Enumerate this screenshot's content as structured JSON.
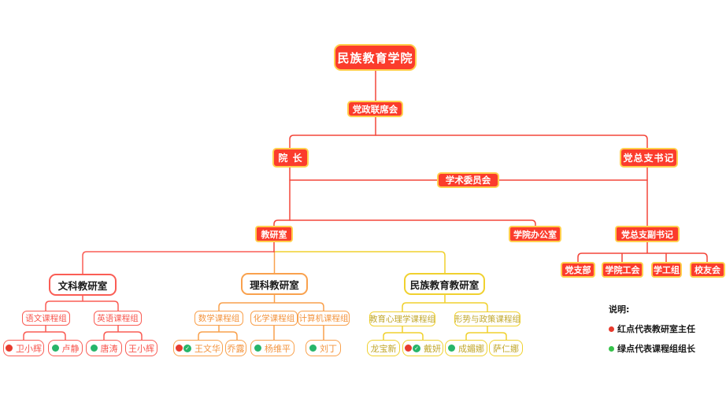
{
  "colors": {
    "node_fill": "#fb3c2c",
    "node_border": "#ffcf4d",
    "main_line": "#f4463a",
    "liberal_arts_branch": "#fa5d55",
    "science_branch": "#f9a14d",
    "ethnic_branch": "#f0d12f",
    "dot_red": "#e73a2d",
    "dot_green": "#27b56a"
  },
  "org": {
    "root": "民族教育学院",
    "joint_meeting": "党政联席会",
    "president": "院 长",
    "party_secretary": "党总支书记",
    "academic_committee": "学术委员会",
    "teaching_research_office": "教研室",
    "college_office": "学院办公室",
    "deputy_party_secretary": "党总支副书记",
    "party_branch": "党支部",
    "college_union": "学院工会",
    "student_work_group": "学工组",
    "alumni_association": "校友会",
    "liberal_arts_office": "文科教研室",
    "science_office": "理科教研室",
    "ethnic_education_office": "民族教育教研室",
    "chinese_group": "语文课程组",
    "english_group": "英语课程组",
    "math_group": "数学课程组",
    "chemistry_group": "化学课程组",
    "computer_group": "计算机课程组",
    "edu_psychology_group": "教育心理学课程组",
    "policy_group": "形势与政策课程组"
  },
  "people": {
    "wei_xiaohui": "卫小辉",
    "lu_jing": "卢静",
    "tang_tao": "唐涛",
    "wang_xiaohui": "王小辉",
    "wang_wenhua": "王文华",
    "qiao_lu": "乔露",
    "yang_weiping": "杨维平",
    "liu_ding": "刘丁",
    "long_baoxin": "龙宝新",
    "dai_yan": "戴妍",
    "cheng_meina": "成媚娜",
    "sa_renna": "萨仁娜"
  },
  "legend": {
    "title": "说明:",
    "red_item": "红点代表教研室主任",
    "green_item": "绿点代表课程组组长"
  }
}
